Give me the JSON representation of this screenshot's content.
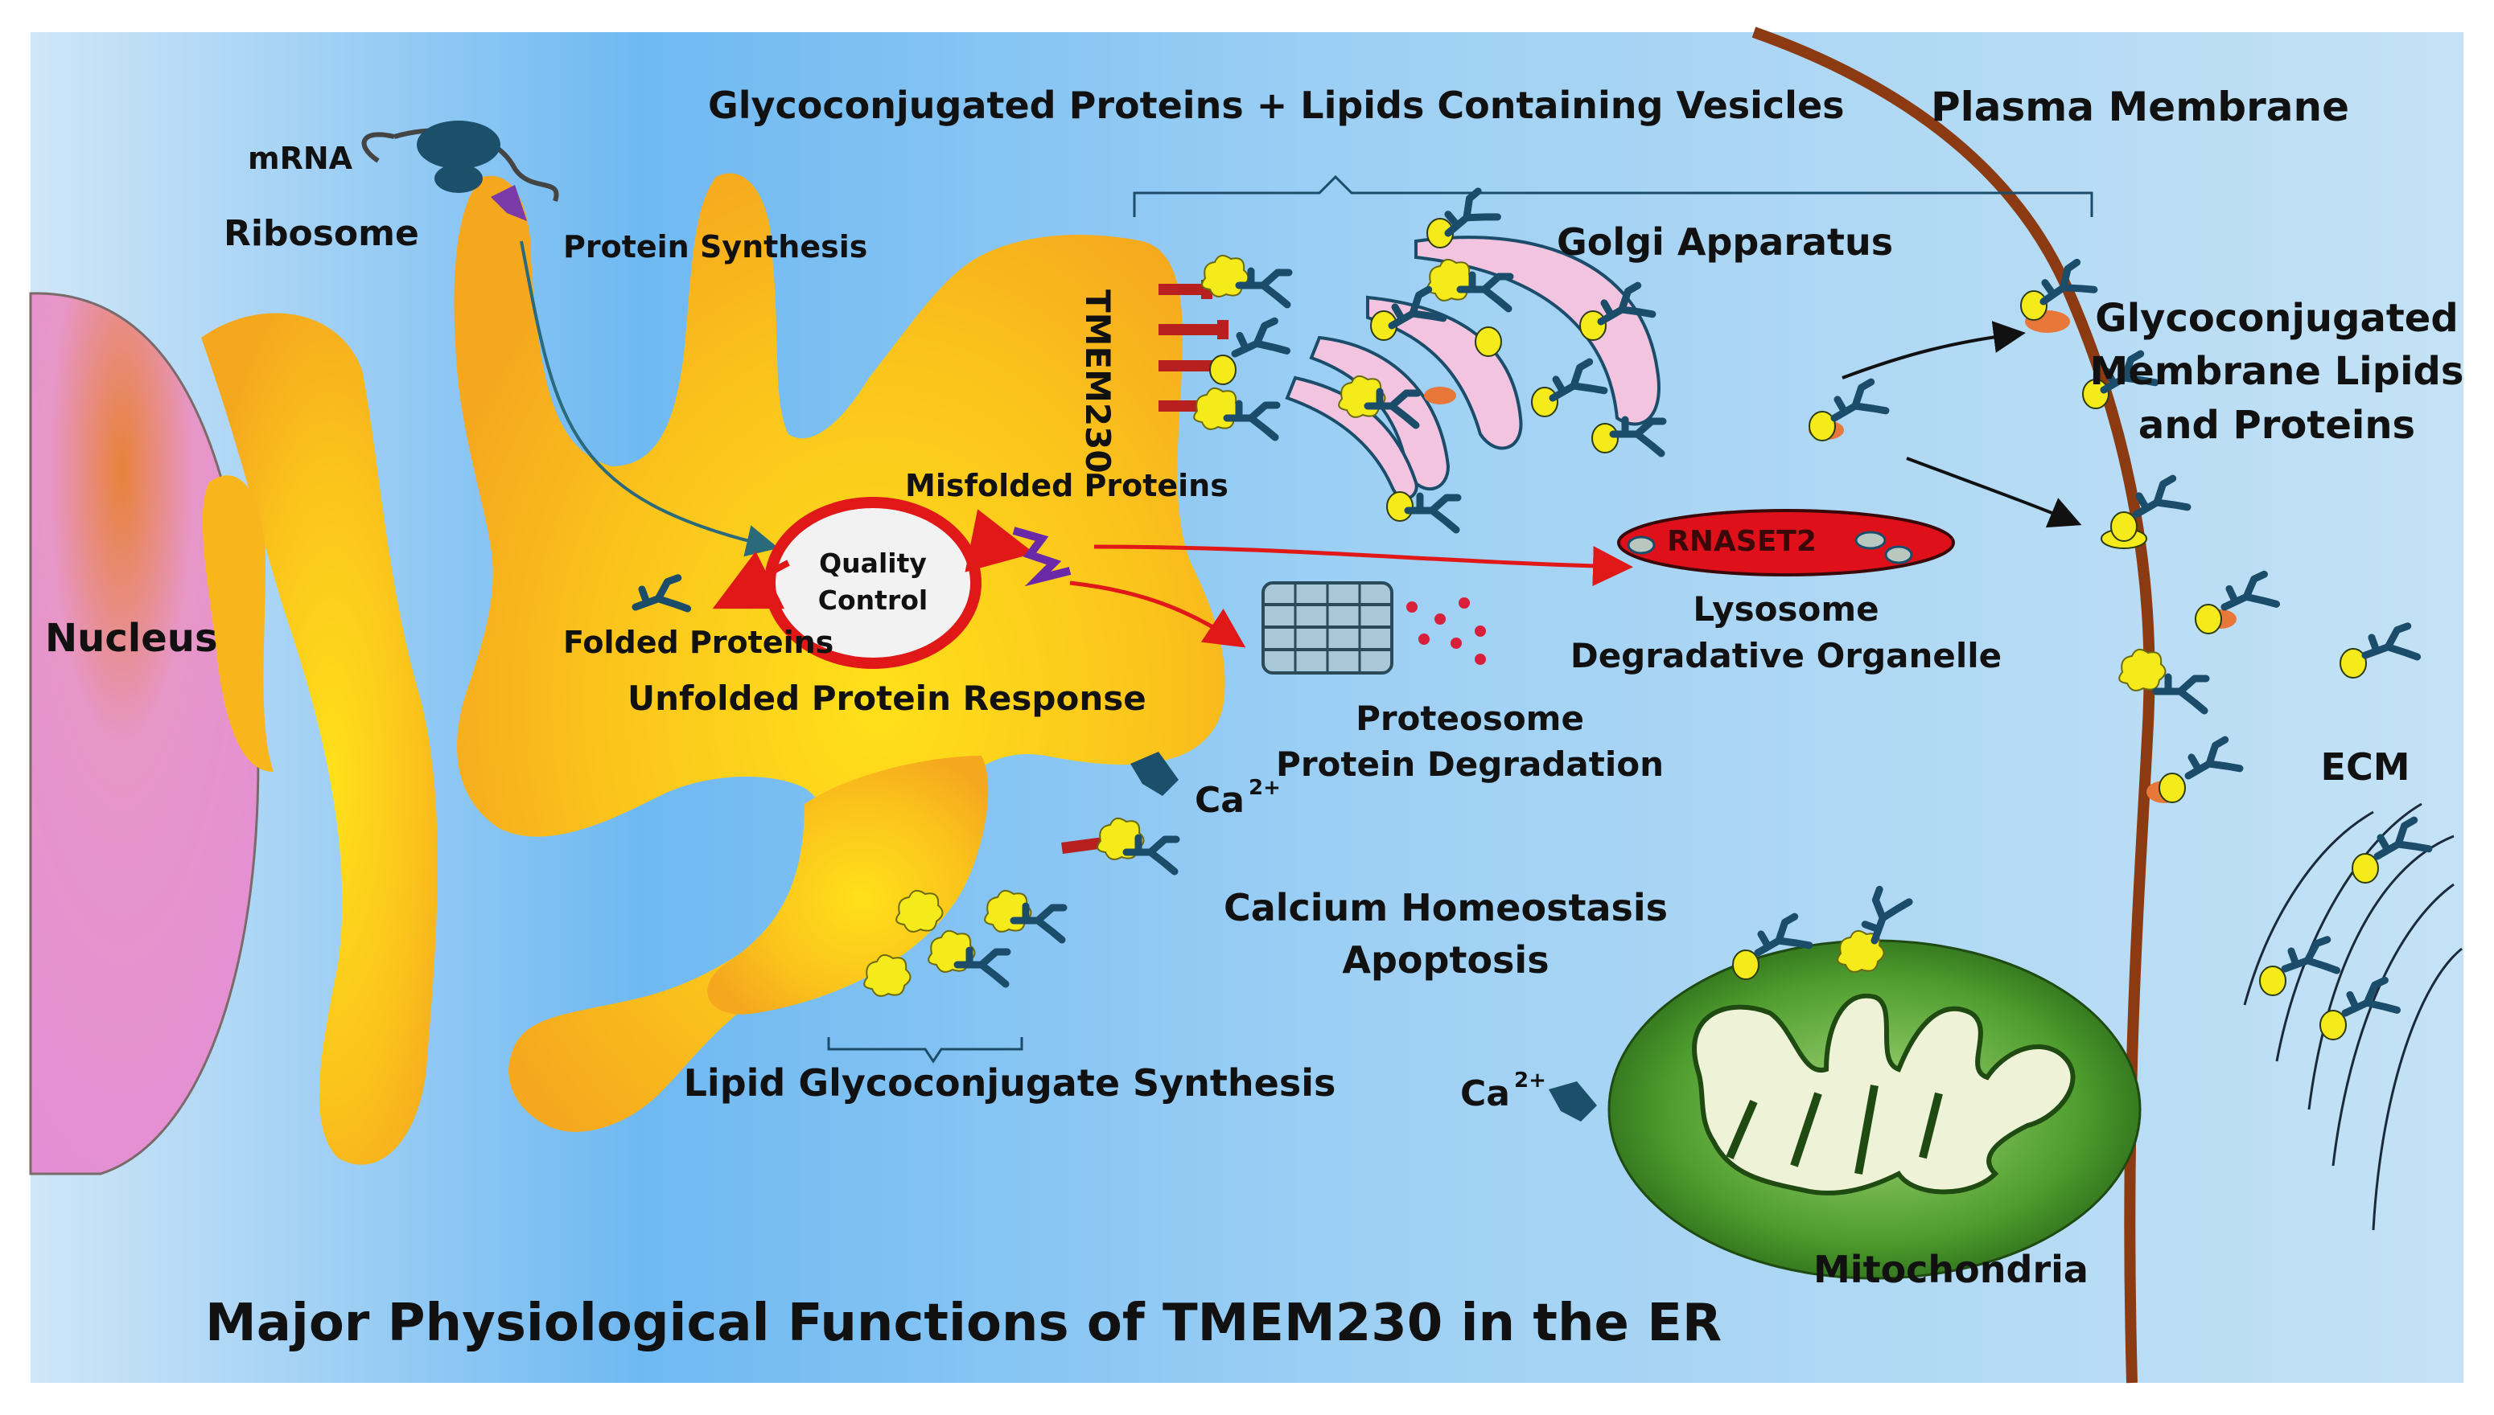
{
  "title": "Major Physiological Functions of TMEM230 in the ER",
  "labels": {
    "mrna": "mRNA",
    "ribosome": "Ribosome",
    "protein_synthesis": "Protein Synthesis",
    "nucleus": "Nucleus",
    "tmem230": "TMEM230",
    "misfolded": "Misfolded Proteins",
    "quality_control_1": "Quality",
    "quality_control_2": "Control",
    "folded": "Folded Proteins",
    "upr": "Unfolded Protein Response",
    "vesicles": "Glycoconjugated Proteins + Lipids Containing Vesicles",
    "golgi": "Golgi Apparatus",
    "plasma_membrane": "Plasma Membrane",
    "glyco_membrane_1": "Glycoconjugated",
    "glyco_membrane_2": "Membrane Lipids",
    "glyco_membrane_3": "and Proteins",
    "rnaset2": "RNASET2",
    "lysosome_1": "Lysosome",
    "lysosome_2": "Degradative Organelle",
    "proteosome_1": "Proteosome",
    "proteosome_2": "Protein Degradation",
    "ca_1": "Ca",
    "ca_2": "Ca",
    "ca_sup": "2+",
    "calcium_1": "Calcium Homeostasis",
    "calcium_2": "Apoptosis",
    "lipid_synthesis": "Lipid Glycoconjugate Synthesis",
    "ecm": "ECM",
    "mitochondria": "Mitochondria"
  },
  "colors": {
    "er": "#f8b61c",
    "background": "#a9d6f5",
    "nucleus": "#e598d6",
    "membrane": "#8b3a12",
    "golgi": "#f2c4df",
    "mitochondria": "#3d8c24",
    "lysosome": "#e0101a",
    "arrow": "#e01818",
    "glycan": "#1b4d6b",
    "lipid": "#f5ea1a"
  }
}
